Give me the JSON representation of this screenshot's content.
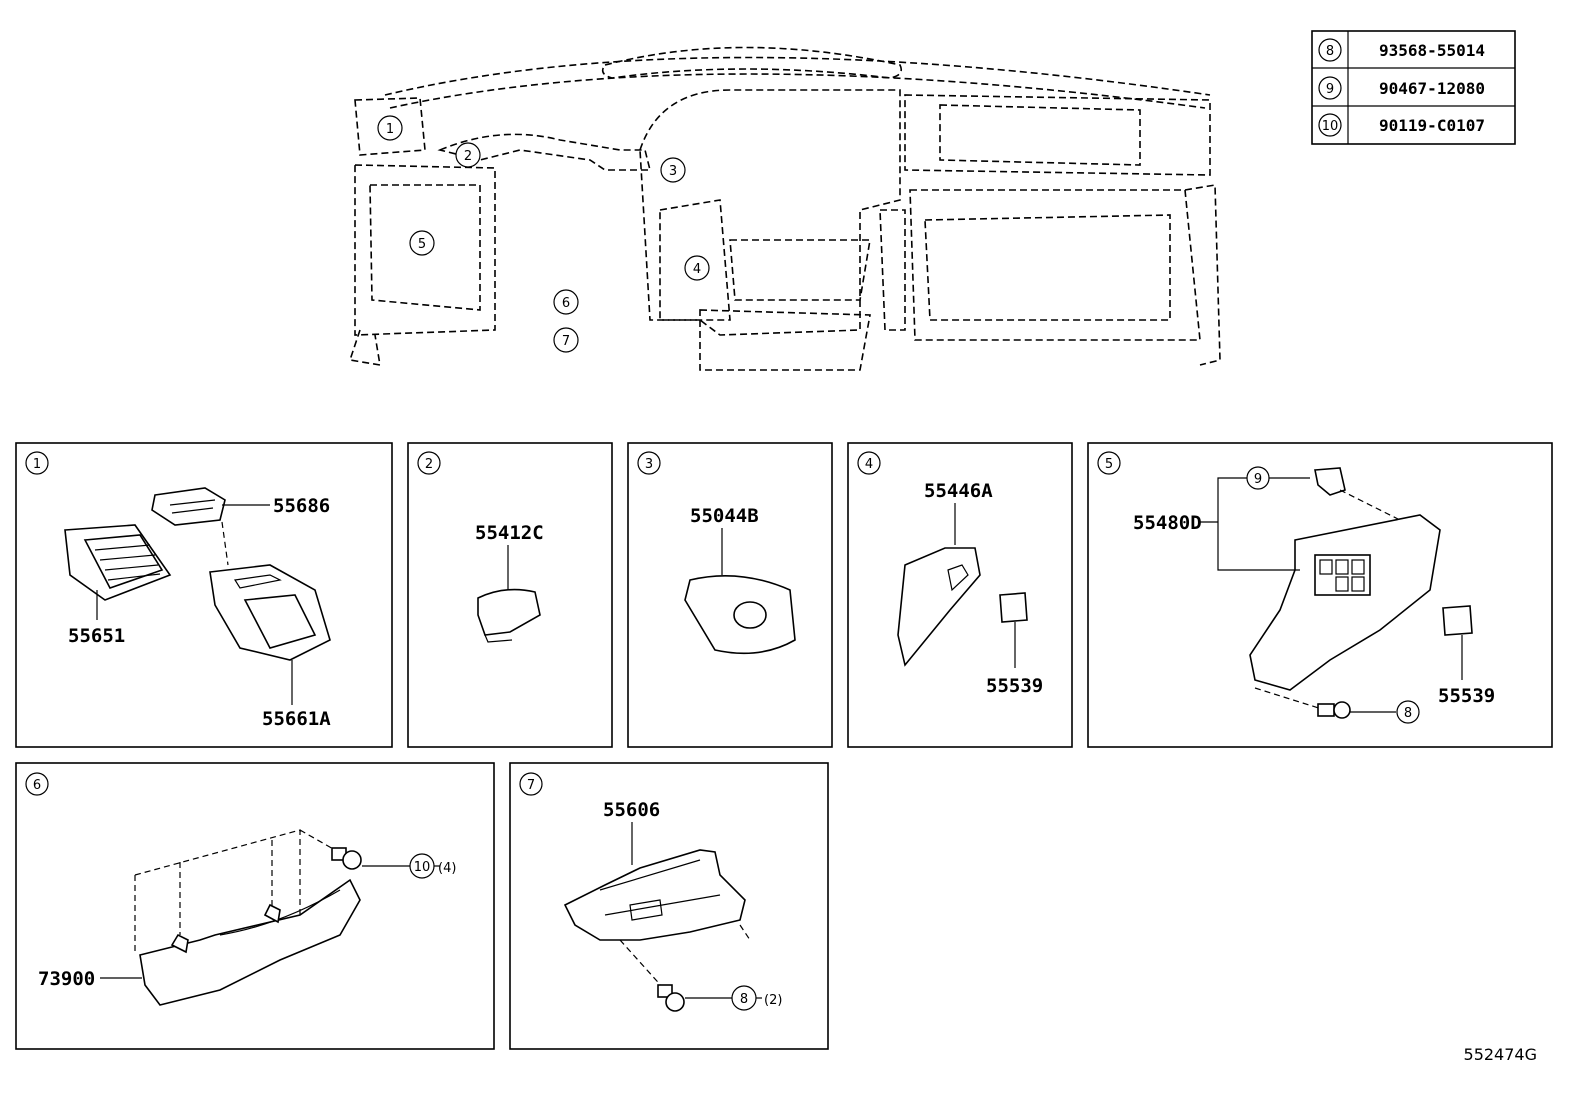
{
  "overview": {
    "callouts": [
      "1",
      "2",
      "3",
      "4",
      "5",
      "6",
      "7"
    ]
  },
  "table": {
    "rows": [
      {
        "ref": "8",
        "part": "93568-55014"
      },
      {
        "ref": "9",
        "part": "90467-12080"
      },
      {
        "ref": "10",
        "part": "90119-C0107"
      }
    ]
  },
  "panels": [
    {
      "ref": "1",
      "parts": [
        "55686",
        "55651",
        "55661A"
      ]
    },
    {
      "ref": "2",
      "parts": [
        "55412C"
      ]
    },
    {
      "ref": "3",
      "parts": [
        "55044B"
      ]
    },
    {
      "ref": "4",
      "parts": [
        "55446A",
        "55539"
      ]
    },
    {
      "ref": "5",
      "parts": [
        "55480D",
        "55539"
      ],
      "fasteners": [
        "9",
        "8"
      ]
    },
    {
      "ref": "6",
      "parts": [
        "73900"
      ],
      "fasteners": [
        {
          "ref": "10",
          "qty": "(4)"
        }
      ]
    },
    {
      "ref": "7",
      "parts": [
        "55606"
      ],
      "fasteners": [
        {
          "ref": "8",
          "qty": "(2)"
        }
      ]
    }
  ],
  "footer": {
    "code": "552474G"
  }
}
